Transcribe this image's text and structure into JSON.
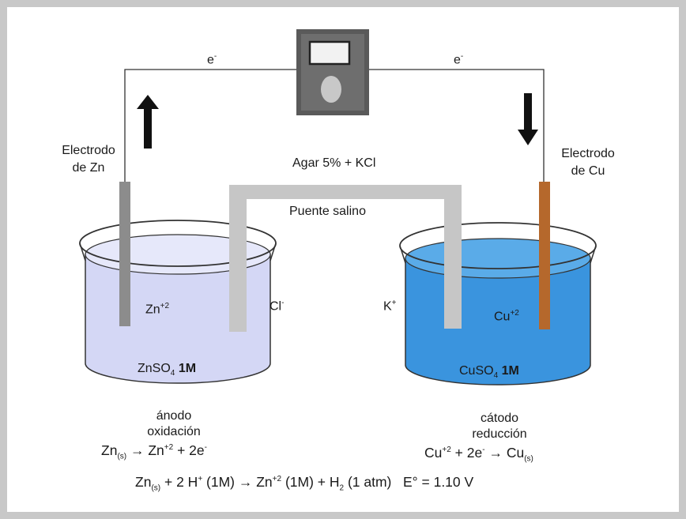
{
  "wire": {
    "electron_left": "e",
    "electron_right": "e",
    "electron_sign": "-"
  },
  "zinc": {
    "electrode_line1": "Electrodo",
    "electrode_line2": "de Zn",
    "ion": "Zn",
    "ion_charge": "+2",
    "solution": "ZnSO",
    "solution_sub": "4",
    "solution_conc": "1M",
    "role": "ánodo",
    "process": "oxidación",
    "half_reaction": {
      "lhs": "Zn",
      "lhs_state": "(s)",
      "arrow": "→",
      "product": "Zn",
      "product_charge": "+2",
      "plus": "+ 2e",
      "electron_sign": "-"
    }
  },
  "copper": {
    "electrode_line1": "Electrodo",
    "electrode_line2": "de Cu",
    "ion": "Cu",
    "ion_charge": "+2",
    "solution": "CuSO",
    "solution_sub": "4",
    "solution_conc": "1M",
    "role": "cátodo",
    "process": "reducción",
    "half_reaction": {
      "lhs": "Cu",
      "lhs_charge": "+2",
      "plus": "+ 2e",
      "electron_sign": "-",
      "arrow": "→",
      "product": "Cu",
      "product_state": "(s)"
    }
  },
  "bridge": {
    "composition": "Agar 5% + KCl",
    "name": "Puente salino",
    "anion": "Cl",
    "anion_sign": "-",
    "cation": "K",
    "cation_sign": "+"
  },
  "overall": {
    "p1": "Zn",
    "p1_state": "(s)",
    "p2": "+ 2 H",
    "p2_charge": "+",
    "p3": "(1M) → Zn",
    "p3_charge": "+2",
    "p4": "(1M) + H",
    "p4_sub": "2",
    "p5": "(1 atm)",
    "potential": "E° = 1.10 V"
  },
  "colors": {
    "frame": "#c8c8c8",
    "zinc_solution": "#d4d7f5",
    "copper_solution": "#3a94de",
    "zinc_electrode": "#8c8c8c",
    "copper_electrode": "#b5682c",
    "bridge": "#c6c6c6",
    "voltmeter": "#6e6e6e"
  }
}
